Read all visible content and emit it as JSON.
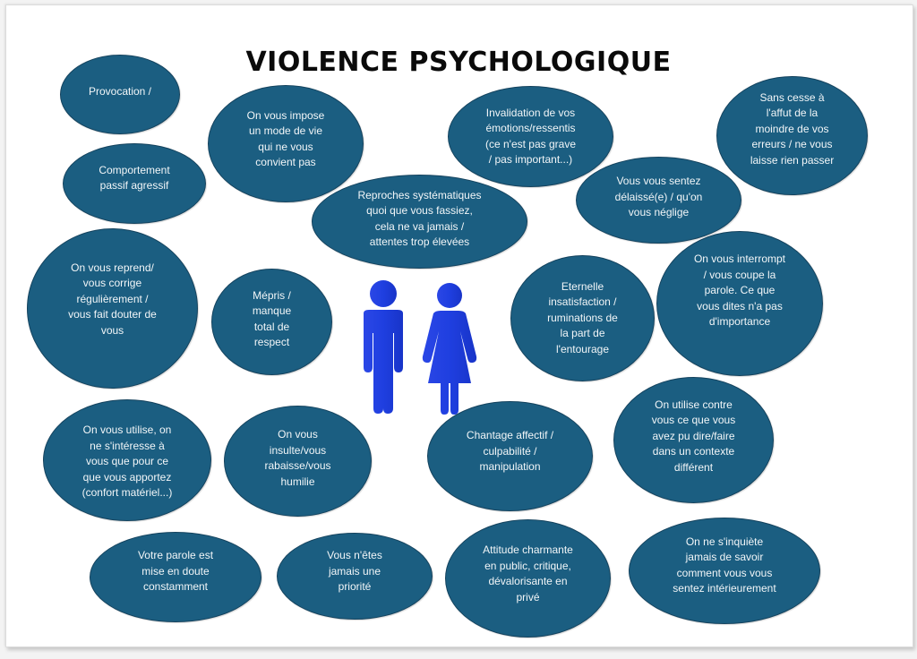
{
  "title": "VIOLENCE PSYCHOLOGIQUE",
  "colors": {
    "bubble_fill": "#1b5e81",
    "bubble_border": "#15435e",
    "bubble_text": "#f2f6f8",
    "figure_blue": "#1f3fe0",
    "title_color": "#0a0a0a"
  },
  "center_icon": "man-and-woman-figures-icon",
  "bubbles": [
    {
      "text": "Provocation /"
    },
    {
      "text": "On vous impose\nun mode de vie\nqui ne vous\nconvient pas"
    },
    {
      "text": "Invalidation de vos\némotions/ressentis\n(ce n'est pas grave\n/ pas important...)"
    },
    {
      "text": "Sans cesse à\nl'affut de la\nmoindre de vos\nerreurs / ne vous\nlaisse rien passer"
    },
    {
      "text": "Comportement\npassif agressif"
    },
    {
      "text": "Vous vous sentez\ndélaissé(e) / qu'on\nvous néglige"
    },
    {
      "text": "Reproches systématiques\nquoi que vous fassiez,\ncela ne va jamais /\nattentes trop élevées"
    },
    {
      "text": "On  vous reprend/\nvous corrige\nrégulièrement /\nvous fait douter de\nvous"
    },
    {
      "text": "Mépris /\nmanque\ntotal de\nrespect"
    },
    {
      "text": "Eternelle\ninsatisfaction /\nruminations  de\nla part de\nl'entourage"
    },
    {
      "text": "On vous interrompt\n/ vous coupe la\nparole. Ce que\nvous dites n'a pas\nd'importance"
    },
    {
      "text": "On vous utilise, on\nne s'intéresse à\nvous que pour ce\nque vous apportez\n(confort matériel...)"
    },
    {
      "text": "On vous\ninsulte/vous\nrabaisse/vous\nhumilie"
    },
    {
      "text": "Chantage affectif /\nculpabilité /\nmanipulation"
    },
    {
      "text": "On utilise contre\nvous ce que vous\navez pu dire/faire\ndans un contexte\ndifférent"
    },
    {
      "text": "Votre parole est\nmise en doute\nconstamment"
    },
    {
      "text": "Vous n'êtes\njamais une\npriorité"
    },
    {
      "text": "Attitude charmante\nen public, critique,\ndévalorisante en\nprivé"
    },
    {
      "text": "On ne s'inquiète\njamais de savoir\ncomment vous vous\nsentez intérieurement"
    }
  ]
}
